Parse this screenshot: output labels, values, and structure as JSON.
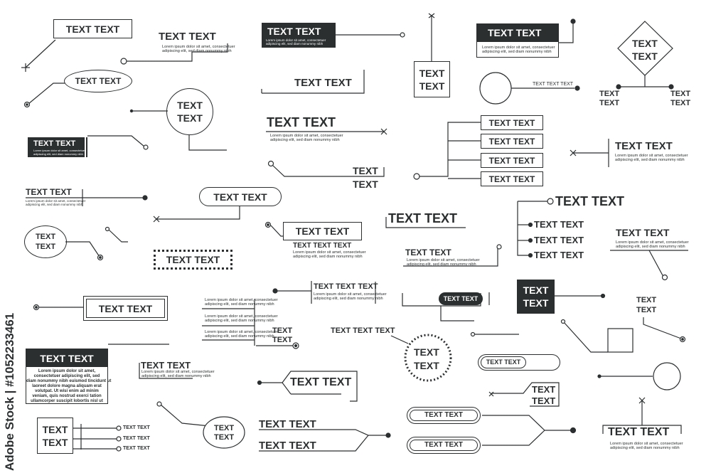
{
  "label": "TEXT TEXT",
  "label_alt": "TEXT TEXT TEXT",
  "word": "TEXT",
  "lorem_1": "Lorem ipsum dolor sit amet, consectetuer",
  "lorem_2": "adipiscing elit, sed diam nonummy nibh",
  "para": {
    "l1": "Lorem ipsum dolor sit amet,",
    "l2": "consectetuer adipiscing elit, sed",
    "l3": "diam nonummy nibh euismod tincidunt ut",
    "l4": "laoreet dolore magna aliquam erat",
    "l5": "volutpat. Ut wisi enim ad minim",
    "l6": "veniam, quis nostrud exerci tation",
    "l7": "ullamcorper suscipit lobortis nisl ut"
  },
  "watermark": "Adobe Stock | #1052233461",
  "colors": {
    "ink": "#2b2f30",
    "background": "#ffffff"
  }
}
